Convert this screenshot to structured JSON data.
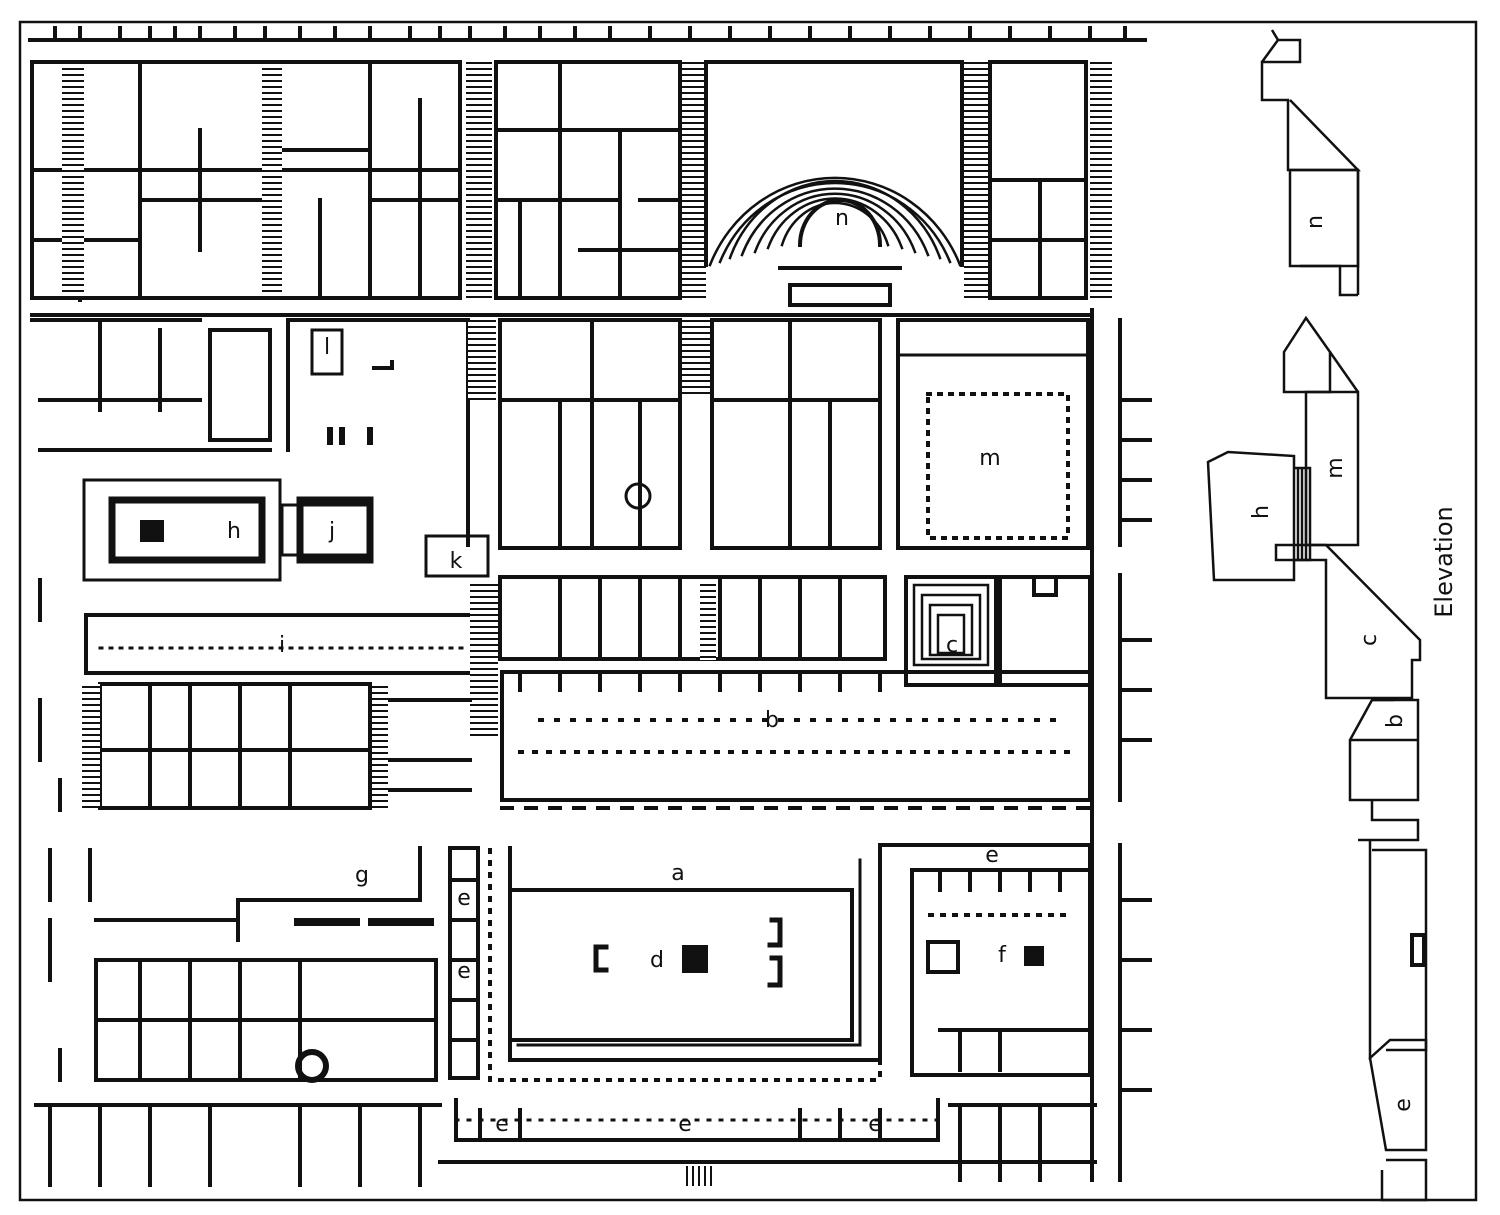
{
  "plan_labels": {
    "a": "a",
    "b": "b",
    "c": "c",
    "d": "d",
    "e1": "e",
    "e2": "e",
    "e3": "e",
    "e4": "e",
    "e5": "e",
    "e6": "e",
    "f": "f",
    "g": "g",
    "h": "h",
    "i": "i",
    "j": "j",
    "k": "k",
    "l": "l",
    "m": "m",
    "n": "n"
  },
  "elevation": {
    "title": "Elevation",
    "labels": {
      "n": "n",
      "m": "m",
      "h": "h",
      "c": "c",
      "b": "b",
      "e": "e"
    }
  },
  "colors": {
    "ink": "#111111",
    "paper": "#ffffff"
  }
}
